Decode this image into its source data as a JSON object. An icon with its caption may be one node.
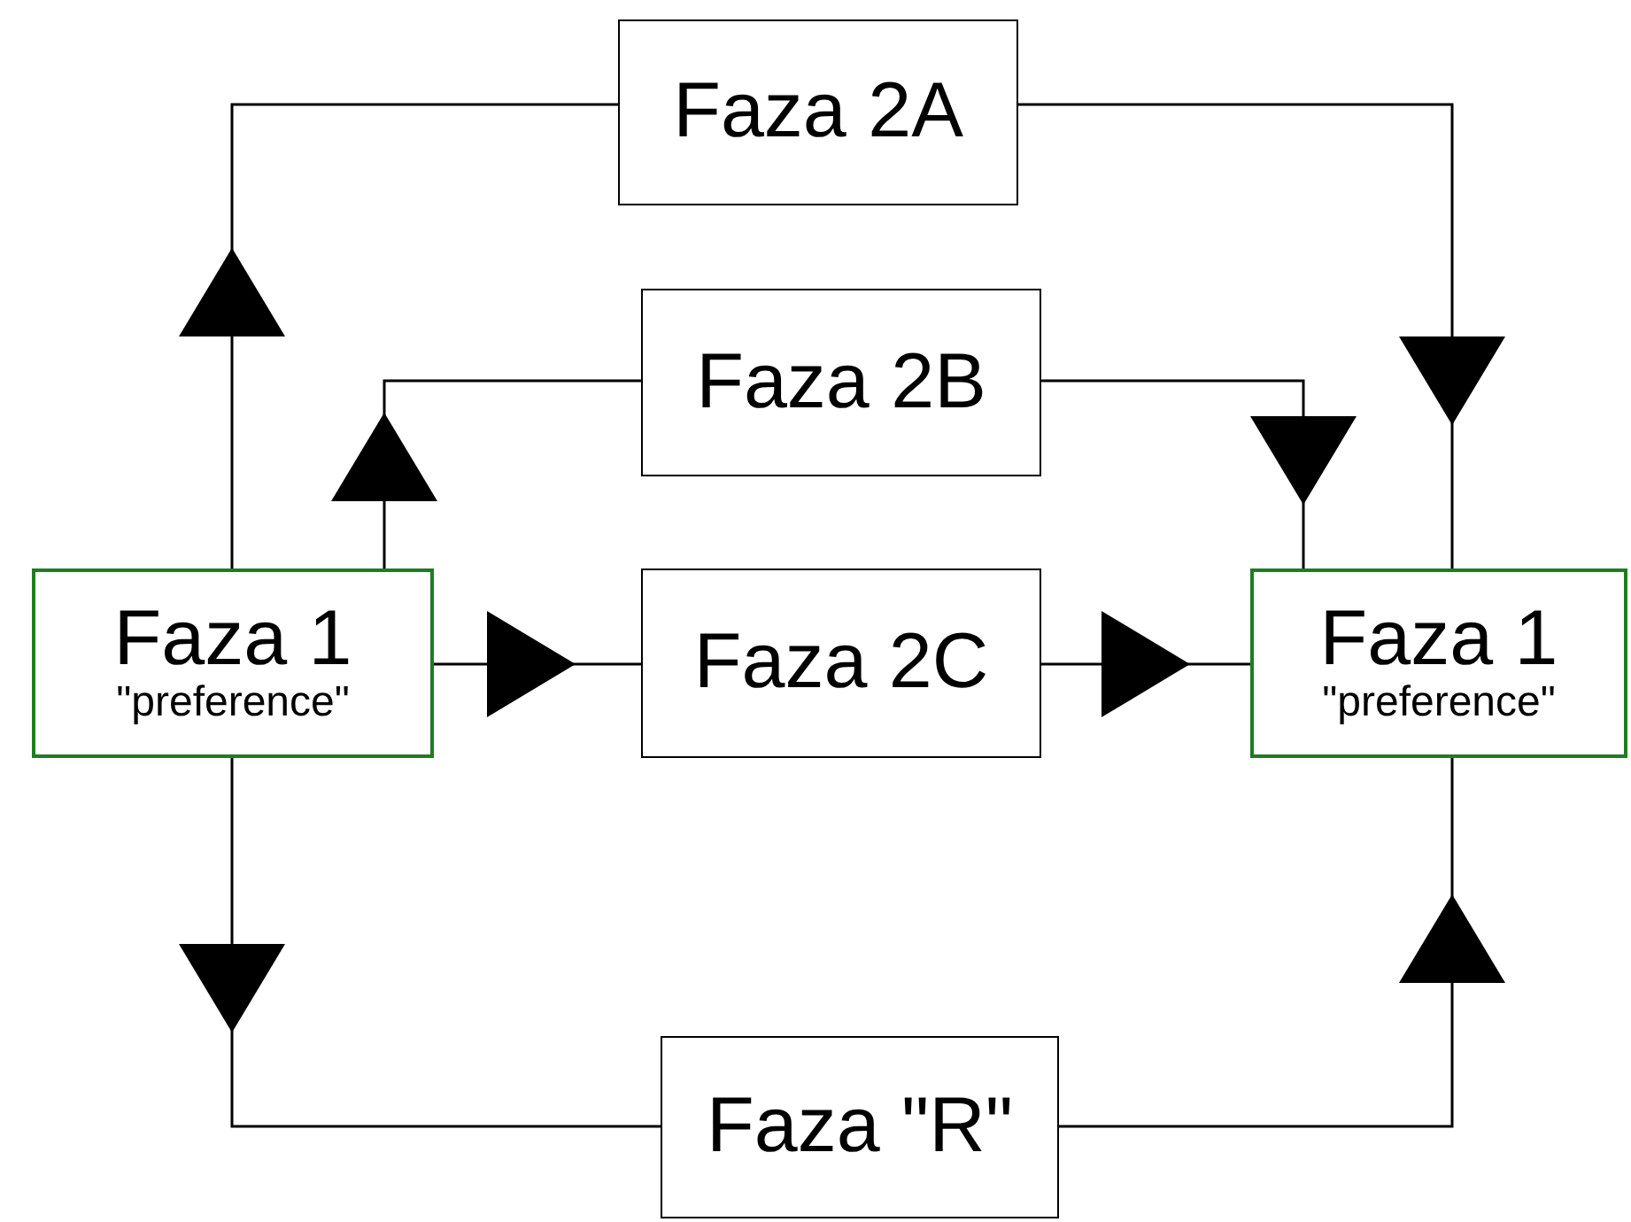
{
  "diagram": {
    "nodes": [
      {
        "text": [
          "Faza 2A"
        ]
      },
      {
        "text": [
          "Faza 2B"
        ]
      },
      {
        "text": [
          "Faza 1",
          "\"preference\""
        ]
      },
      {
        "text": [
          "Faza 2C"
        ]
      },
      {
        "text": [
          "Faza 1",
          "\"preference\""
        ]
      },
      {
        "text": [
          "Faza \"R\""
        ]
      }
    ],
    "edges": [
      {
        "from": 2,
        "to": 0,
        "arrow": "to"
      },
      {
        "from": 0,
        "to": 4,
        "arrow": "to"
      },
      {
        "from": 2,
        "to": 1,
        "arrow": "to"
      },
      {
        "from": 1,
        "to": 4,
        "arrow": "to"
      },
      {
        "from": 2,
        "to": 3,
        "arrow": "to"
      },
      {
        "from": 3,
        "to": 4,
        "arrow": "to"
      },
      {
        "from": 2,
        "to": 5,
        "arrow": "to"
      },
      {
        "from": 5,
        "to": 4,
        "arrow": "to"
      }
    ]
  }
}
